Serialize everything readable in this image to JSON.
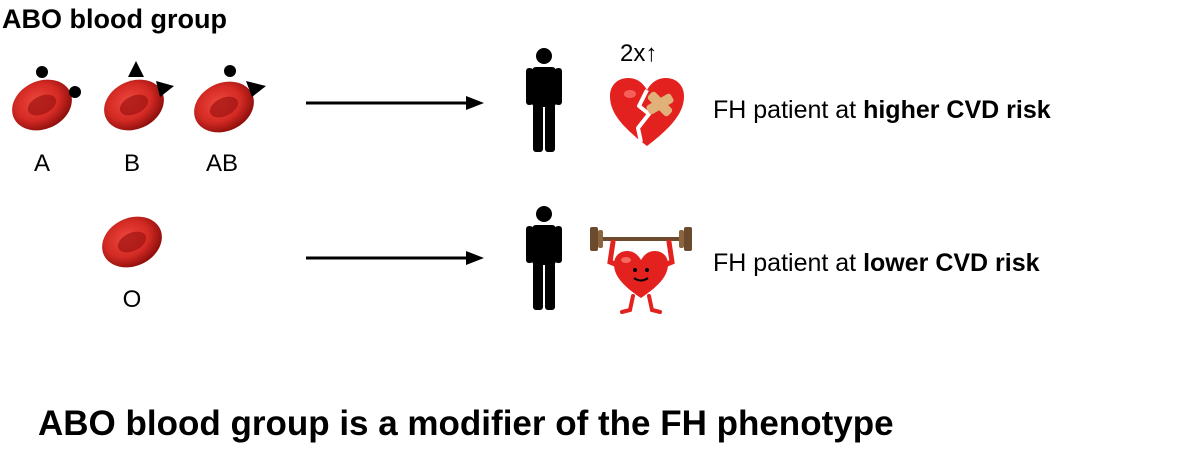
{
  "title": "ABO blood group",
  "groups": {
    "a": "A",
    "b": "B",
    "ab": "AB",
    "o": "O"
  },
  "higher": {
    "multiplier": "2x↑",
    "text_prefix": "FH patient at ",
    "text_bold": "higher CVD risk"
  },
  "lower": {
    "text_prefix": "FH patient at ",
    "text_bold": "lower CVD risk"
  },
  "footer": "ABO blood group is a modifier of the FH phenotype",
  "colors": {
    "cell": "#d42a24",
    "cell_shade": "#9e1210",
    "heart": "#e3211f",
    "bandage": "#e0b27a",
    "barbell": "#6b4a2e"
  }
}
